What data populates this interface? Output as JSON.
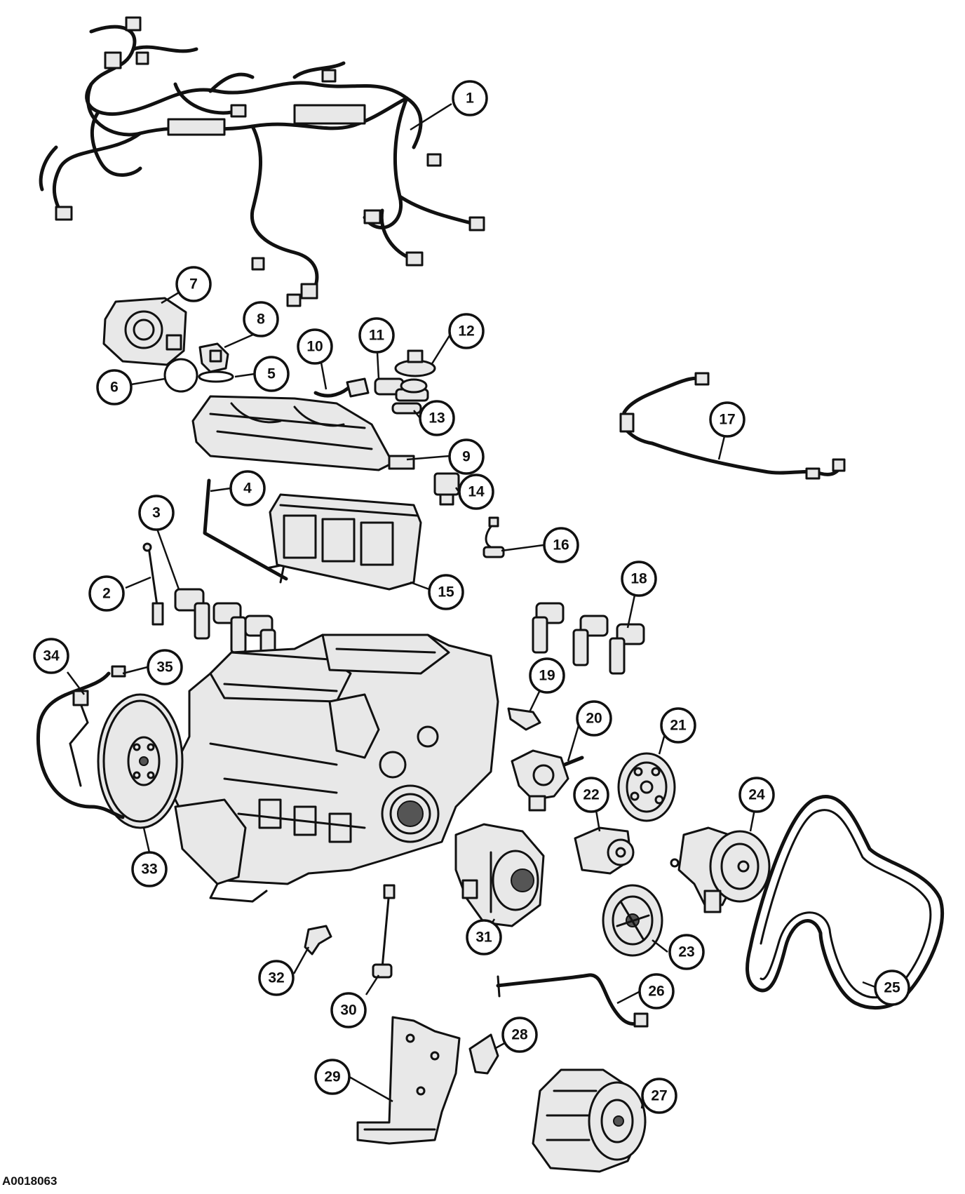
{
  "document_id": "A0018063",
  "callouts": [
    {
      "id": 1,
      "label": "1"
    },
    {
      "id": 2,
      "label": "2"
    },
    {
      "id": 3,
      "label": "3"
    },
    {
      "id": 4,
      "label": "4"
    },
    {
      "id": 5,
      "label": "5"
    },
    {
      "id": 6,
      "label": "6"
    },
    {
      "id": 7,
      "label": "7"
    },
    {
      "id": 8,
      "label": "8"
    },
    {
      "id": 9,
      "label": "9"
    },
    {
      "id": 10,
      "label": "10"
    },
    {
      "id": 11,
      "label": "11"
    },
    {
      "id": 12,
      "label": "12"
    },
    {
      "id": 13,
      "label": "13"
    },
    {
      "id": 14,
      "label": "14"
    },
    {
      "id": 15,
      "label": "15"
    },
    {
      "id": 16,
      "label": "16"
    },
    {
      "id": 17,
      "label": "17"
    },
    {
      "id": 18,
      "label": "18"
    },
    {
      "id": 19,
      "label": "19"
    },
    {
      "id": 20,
      "label": "20"
    },
    {
      "id": 21,
      "label": "21"
    },
    {
      "id": 22,
      "label": "22"
    },
    {
      "id": 23,
      "label": "23"
    },
    {
      "id": 24,
      "label": "24"
    },
    {
      "id": 25,
      "label": "25"
    },
    {
      "id": 26,
      "label": "26"
    },
    {
      "id": 27,
      "label": "27"
    },
    {
      "id": 28,
      "label": "28"
    },
    {
      "id": 29,
      "label": "29"
    },
    {
      "id": 30,
      "label": "30"
    },
    {
      "id": 31,
      "label": "31"
    },
    {
      "id": 32,
      "label": "32"
    },
    {
      "id": 33,
      "label": "33"
    },
    {
      "id": 34,
      "label": "34"
    },
    {
      "id": 35,
      "label": "35"
    }
  ]
}
